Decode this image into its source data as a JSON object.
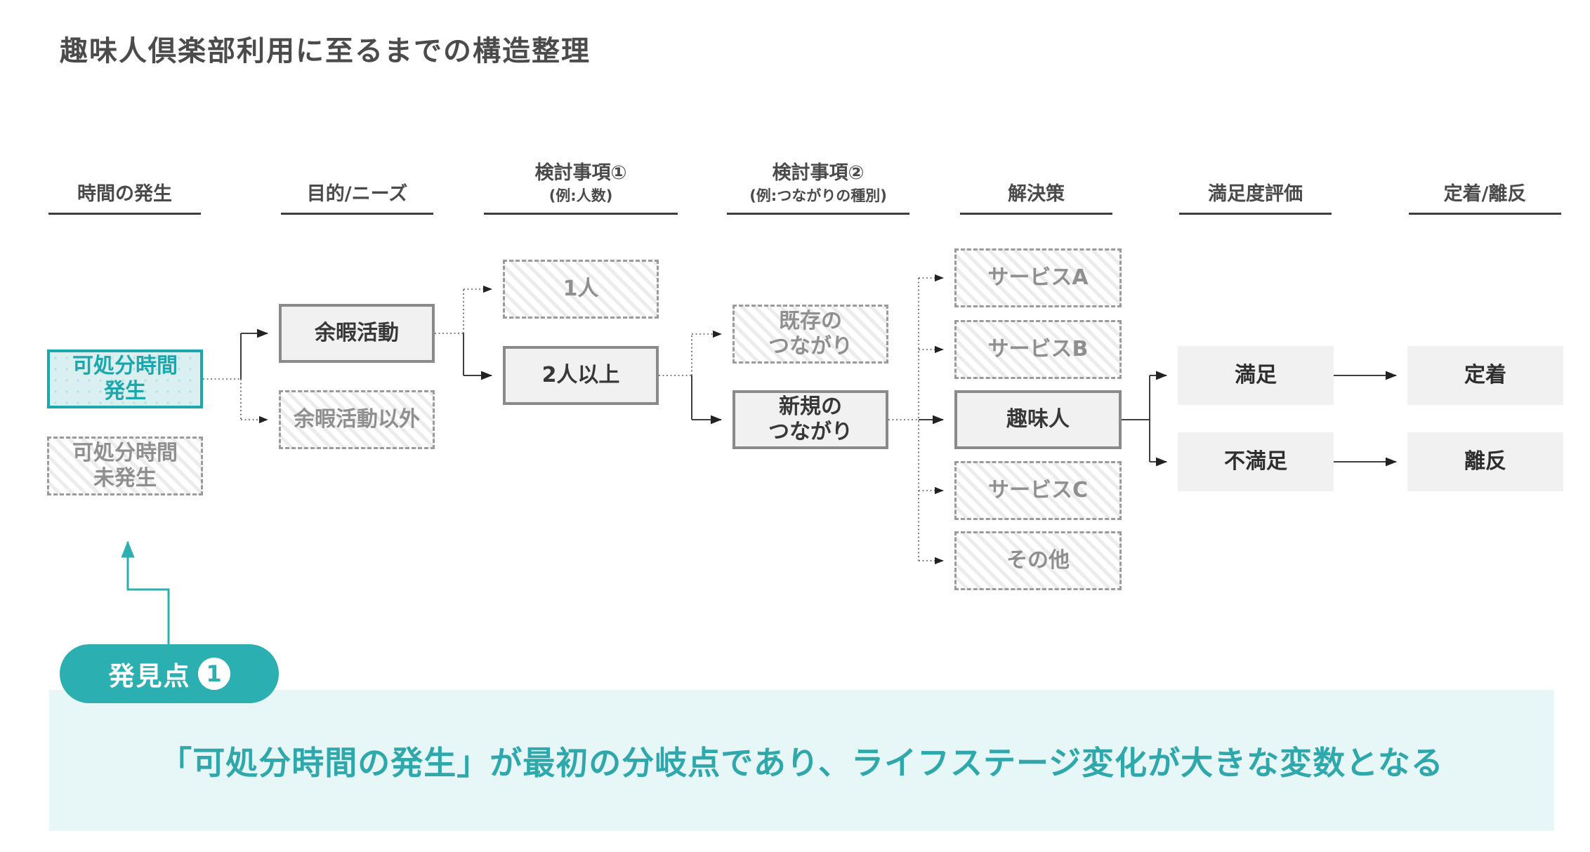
{
  "title": "趣味人倶楽部利用に至るまでの構造整理",
  "columns": [
    {
      "label": "時間の発生",
      "sub": ""
    },
    {
      "label": "目的/ニーズ",
      "sub": ""
    },
    {
      "label": "検討事項①",
      "sub": "(例:人数)"
    },
    {
      "label": "検討事項②",
      "sub": "(例:つながりの種別)"
    },
    {
      "label": "解決策",
      "sub": ""
    },
    {
      "label": "満足度評価",
      "sub": ""
    },
    {
      "label": "定着/離反",
      "sub": ""
    }
  ],
  "nodes": {
    "disposable_time_occurs": {
      "label": "可処分時間\n発生",
      "state": "active"
    },
    "disposable_time_none": {
      "label": "可処分時間\n未発生",
      "state": "inactive"
    },
    "leisure": {
      "label": "余暇活動",
      "state": "selected"
    },
    "non_leisure": {
      "label": "余暇活動以外",
      "state": "inactive"
    },
    "one_person": {
      "label": "1人",
      "state": "inactive"
    },
    "two_or_more": {
      "label": "2人以上",
      "state": "selected"
    },
    "existing_ties": {
      "label": "既存の\nつながり",
      "state": "inactive"
    },
    "new_ties": {
      "label": "新規の\nつながり",
      "state": "selected"
    },
    "service_a": {
      "label": "サービスA",
      "state": "inactive"
    },
    "service_b": {
      "label": "サービスB",
      "state": "inactive"
    },
    "shumijin": {
      "label": "趣味人",
      "state": "selected"
    },
    "service_c": {
      "label": "サービスC",
      "state": "inactive"
    },
    "other": {
      "label": "その他",
      "state": "inactive"
    },
    "satisfied": {
      "label": "満足",
      "state": "outcome"
    },
    "dissatisfied": {
      "label": "不満足",
      "state": "outcome"
    },
    "retained": {
      "label": "定着",
      "state": "outcome"
    },
    "churned": {
      "label": "離反",
      "state": "outcome"
    }
  },
  "discovery": {
    "badge_label": "発見点",
    "badge_number": "1",
    "callout_text": "「可処分時間の発生」が最初の分岐点であり、ライフステージ変化が大きな変数となる"
  },
  "colors": {
    "accent_teal": "#2BAFB0",
    "teal_text": "#1CA7AD",
    "teal_box_bg": "#DAF0F0",
    "callout_bg": "#E7F6F7",
    "callout_text": "#2FA8AC",
    "box_bg": "#F1F1F1",
    "box_border": "#8A8A8A",
    "dashed_border": "#9B9B9B",
    "dashed_text": "#8F8F8F",
    "dark_text": "#383838",
    "header_text": "#4A4A4A",
    "line": "#3F3F3F"
  }
}
